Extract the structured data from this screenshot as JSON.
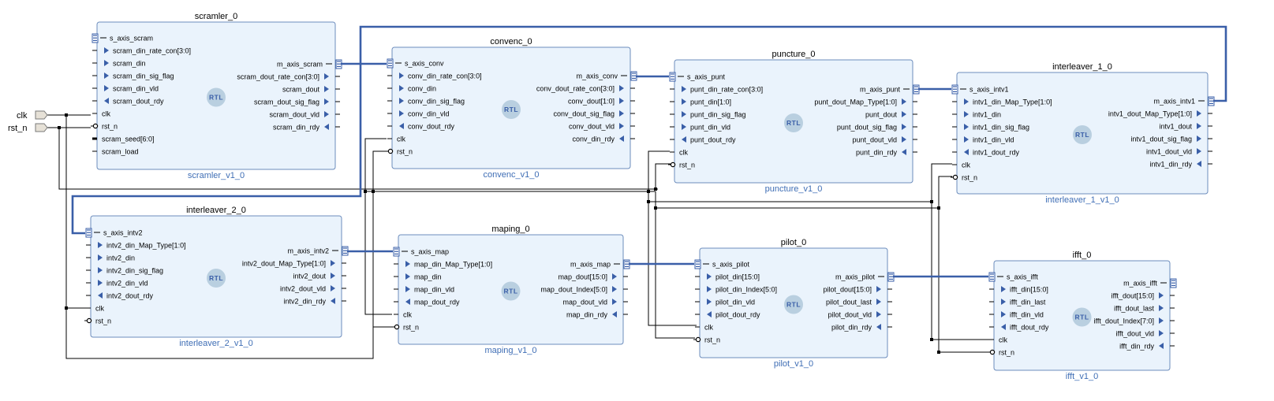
{
  "external_ports": [
    "clk",
    "rst_n"
  ],
  "badge": "RTL",
  "blocks": [
    {
      "instance": "scramler_0",
      "module": "scramler_v1_0",
      "inputs": [
        {
          "label": "s_axis_scram",
          "kind": "bus"
        },
        {
          "label": "scram_din_rate_con[3:0]",
          "kind": "in"
        },
        {
          "label": "scram_din",
          "kind": "in"
        },
        {
          "label": "scram_din_sig_flag",
          "kind": "in"
        },
        {
          "label": "scram_din_vld",
          "kind": "in"
        },
        {
          "label": "scram_dout_rdy",
          "kind": "out"
        },
        {
          "label": "clk",
          "kind": "clk"
        },
        {
          "label": "rst_n",
          "kind": "rst"
        },
        {
          "label": "scram_seed[6:0]",
          "kind": "vec"
        },
        {
          "label": "scram_load",
          "kind": "wire"
        }
      ],
      "outputs": [
        {
          "label": "m_axis_scram",
          "kind": "bus"
        },
        {
          "label": "scram_dout_rate_con[3:0]",
          "kind": "out"
        },
        {
          "label": "scram_dout",
          "kind": "out"
        },
        {
          "label": "scram_dout_sig_flag",
          "kind": "out"
        },
        {
          "label": "scram_dout_vld",
          "kind": "out"
        },
        {
          "label": "scram_din_rdy",
          "kind": "in"
        }
      ]
    },
    {
      "instance": "convenc_0",
      "module": "convenc_v1_0",
      "inputs": [
        {
          "label": "s_axis_conv",
          "kind": "bus"
        },
        {
          "label": "conv_din_rate_con[3:0]",
          "kind": "in"
        },
        {
          "label": "conv_din",
          "kind": "in"
        },
        {
          "label": "conv_din_sig_flag",
          "kind": "in"
        },
        {
          "label": "conv_din_vld",
          "kind": "in"
        },
        {
          "label": "conv_dout_rdy",
          "kind": "out"
        },
        {
          "label": "clk",
          "kind": "clk"
        },
        {
          "label": "rst_n",
          "kind": "rst"
        }
      ],
      "outputs": [
        {
          "label": "m_axis_conv",
          "kind": "bus"
        },
        {
          "label": "conv_dout_rate_con[3:0]",
          "kind": "out"
        },
        {
          "label": "conv_dout[1:0]",
          "kind": "out"
        },
        {
          "label": "conv_dout_sig_flag",
          "kind": "out"
        },
        {
          "label": "conv_dout_vld",
          "kind": "out"
        },
        {
          "label": "conv_din_rdy",
          "kind": "in"
        }
      ]
    },
    {
      "instance": "puncture_0",
      "module": "puncture_v1_0",
      "inputs": [
        {
          "label": "s_axis_punt",
          "kind": "bus"
        },
        {
          "label": "punt_din_rate_con[3:0]",
          "kind": "in"
        },
        {
          "label": "punt_din[1:0]",
          "kind": "in"
        },
        {
          "label": "punt_din_sig_flag",
          "kind": "in"
        },
        {
          "label": "punt_din_vld",
          "kind": "in"
        },
        {
          "label": "punt_dout_rdy",
          "kind": "out"
        },
        {
          "label": "clk",
          "kind": "clk"
        },
        {
          "label": "rst_n",
          "kind": "rst"
        }
      ],
      "outputs": [
        {
          "label": "m_axis_punt",
          "kind": "bus"
        },
        {
          "label": "punt_dout_Map_Type[1:0]",
          "kind": "out"
        },
        {
          "label": "punt_dout",
          "kind": "out"
        },
        {
          "label": "punt_dout_sig_flag",
          "kind": "out"
        },
        {
          "label": "punt_dout_vld",
          "kind": "out"
        },
        {
          "label": "punt_din_rdy",
          "kind": "in"
        }
      ]
    },
    {
      "instance": "interleaver_1_0",
      "module": "interleaver_1_v1_0",
      "inputs": [
        {
          "label": "s_axis_intv1",
          "kind": "bus"
        },
        {
          "label": "intv1_din_Map_Type[1:0]",
          "kind": "in"
        },
        {
          "label": "intv1_din",
          "kind": "in"
        },
        {
          "label": "intv1_din_sig_flag",
          "kind": "in"
        },
        {
          "label": "intv1_din_vld",
          "kind": "in"
        },
        {
          "label": "intv1_dout_rdy",
          "kind": "out"
        },
        {
          "label": "clk",
          "kind": "clk"
        },
        {
          "label": "rst_n",
          "kind": "rst"
        }
      ],
      "outputs": [
        {
          "label": "m_axis_intv1",
          "kind": "bus"
        },
        {
          "label": "intv1_dout_Map_Type[1:0]",
          "kind": "out"
        },
        {
          "label": "intv1_dout",
          "kind": "out"
        },
        {
          "label": "intv1_dout_sig_flag",
          "kind": "out"
        },
        {
          "label": "intv1_dout_vld",
          "kind": "out"
        },
        {
          "label": "intv1_din_rdy",
          "kind": "in"
        }
      ]
    },
    {
      "instance": "interleaver_2_0",
      "module": "interleaver_2_v1_0",
      "inputs": [
        {
          "label": "s_axis_intv2",
          "kind": "bus"
        },
        {
          "label": "intv2_din_Map_Type[1:0]",
          "kind": "in"
        },
        {
          "label": "intv2_din",
          "kind": "in"
        },
        {
          "label": "intv2_din_sig_flag",
          "kind": "in"
        },
        {
          "label": "intv2_din_vld",
          "kind": "in"
        },
        {
          "label": "intv2_dout_rdy",
          "kind": "out"
        },
        {
          "label": "clk",
          "kind": "clk"
        },
        {
          "label": "rst_n",
          "kind": "rst"
        }
      ],
      "outputs": [
        {
          "label": "m_axis_intv2",
          "kind": "bus"
        },
        {
          "label": "intv2_dout_Map_Type[1:0]",
          "kind": "out"
        },
        {
          "label": "intv2_dout",
          "kind": "out"
        },
        {
          "label": "intv2_dout_vld",
          "kind": "out"
        },
        {
          "label": "intv2_din_rdy",
          "kind": "in"
        }
      ]
    },
    {
      "instance": "maping_0",
      "module": "maping_v1_0",
      "inputs": [
        {
          "label": "s_axis_map",
          "kind": "bus"
        },
        {
          "label": "map_din_Map_Type[1:0]",
          "kind": "in"
        },
        {
          "label": "map_din",
          "kind": "in"
        },
        {
          "label": "map_din_vld",
          "kind": "in"
        },
        {
          "label": "map_dout_rdy",
          "kind": "out"
        },
        {
          "label": "clk",
          "kind": "clk"
        },
        {
          "label": "rst_n",
          "kind": "rst"
        }
      ],
      "outputs": [
        {
          "label": "m_axis_map",
          "kind": "bus"
        },
        {
          "label": "map_dout[15:0]",
          "kind": "out"
        },
        {
          "label": "map_dout_Index[5:0]",
          "kind": "out"
        },
        {
          "label": "map_dout_vld",
          "kind": "out"
        },
        {
          "label": "map_din_rdy",
          "kind": "in"
        }
      ]
    },
    {
      "instance": "pilot_0",
      "module": "pilot_v1_0",
      "inputs": [
        {
          "label": "s_axis_pilot",
          "kind": "bus"
        },
        {
          "label": "pilot_din[15:0]",
          "kind": "in"
        },
        {
          "label": "pilot_din_Index[5:0]",
          "kind": "in"
        },
        {
          "label": "pilot_din_vld",
          "kind": "in"
        },
        {
          "label": "pilot_dout_rdy",
          "kind": "out"
        },
        {
          "label": "clk",
          "kind": "clk"
        },
        {
          "label": "rst_n",
          "kind": "rst"
        }
      ],
      "outputs": [
        {
          "label": "m_axis_pilot",
          "kind": "bus"
        },
        {
          "label": "pilot_dout[15:0]",
          "kind": "out"
        },
        {
          "label": "pilot_dout_last",
          "kind": "out"
        },
        {
          "label": "pilot_dout_vld",
          "kind": "out"
        },
        {
          "label": "pilot_din_rdy",
          "kind": "in"
        }
      ]
    },
    {
      "instance": "ifft_0",
      "module": "ifft_v1_0",
      "inputs": [
        {
          "label": "s_axis_ifft",
          "kind": "bus"
        },
        {
          "label": "ifft_din[15:0]",
          "kind": "in"
        },
        {
          "label": "ifft_din_last",
          "kind": "in"
        },
        {
          "label": "ifft_din_vld",
          "kind": "in"
        },
        {
          "label": "ifft_dout_rdy",
          "kind": "out"
        },
        {
          "label": "clk",
          "kind": "clk"
        },
        {
          "label": "rst_n",
          "kind": "rst"
        }
      ],
      "outputs": [
        {
          "label": "m_axis_ifft",
          "kind": "bus"
        },
        {
          "label": "ifft_dout[15:0]",
          "kind": "out"
        },
        {
          "label": "ifft_dout_last",
          "kind": "out"
        },
        {
          "label": "ifft_dout_Index[7:0]",
          "kind": "out"
        },
        {
          "label": "ifft_dout_vld",
          "kind": "out"
        },
        {
          "label": "ifft_din_rdy",
          "kind": "in"
        }
      ]
    }
  ]
}
